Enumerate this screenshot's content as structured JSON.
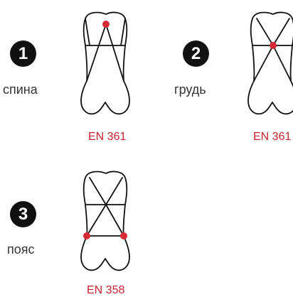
{
  "items": [
    {
      "number": "1",
      "label": "спина",
      "standard": "EN 361",
      "attachment_points": [
        "back"
      ]
    },
    {
      "number": "2",
      "label": "грудь",
      "standard": "EN 361",
      "attachment_points": [
        "chest"
      ]
    },
    {
      "number": "3",
      "label": "пояс",
      "standard": "EN 358",
      "attachment_points": [
        "waist-left",
        "waist-right"
      ]
    }
  ],
  "colors": {
    "accent": "#d62a34",
    "badge": "#111111",
    "text": "#333333"
  }
}
